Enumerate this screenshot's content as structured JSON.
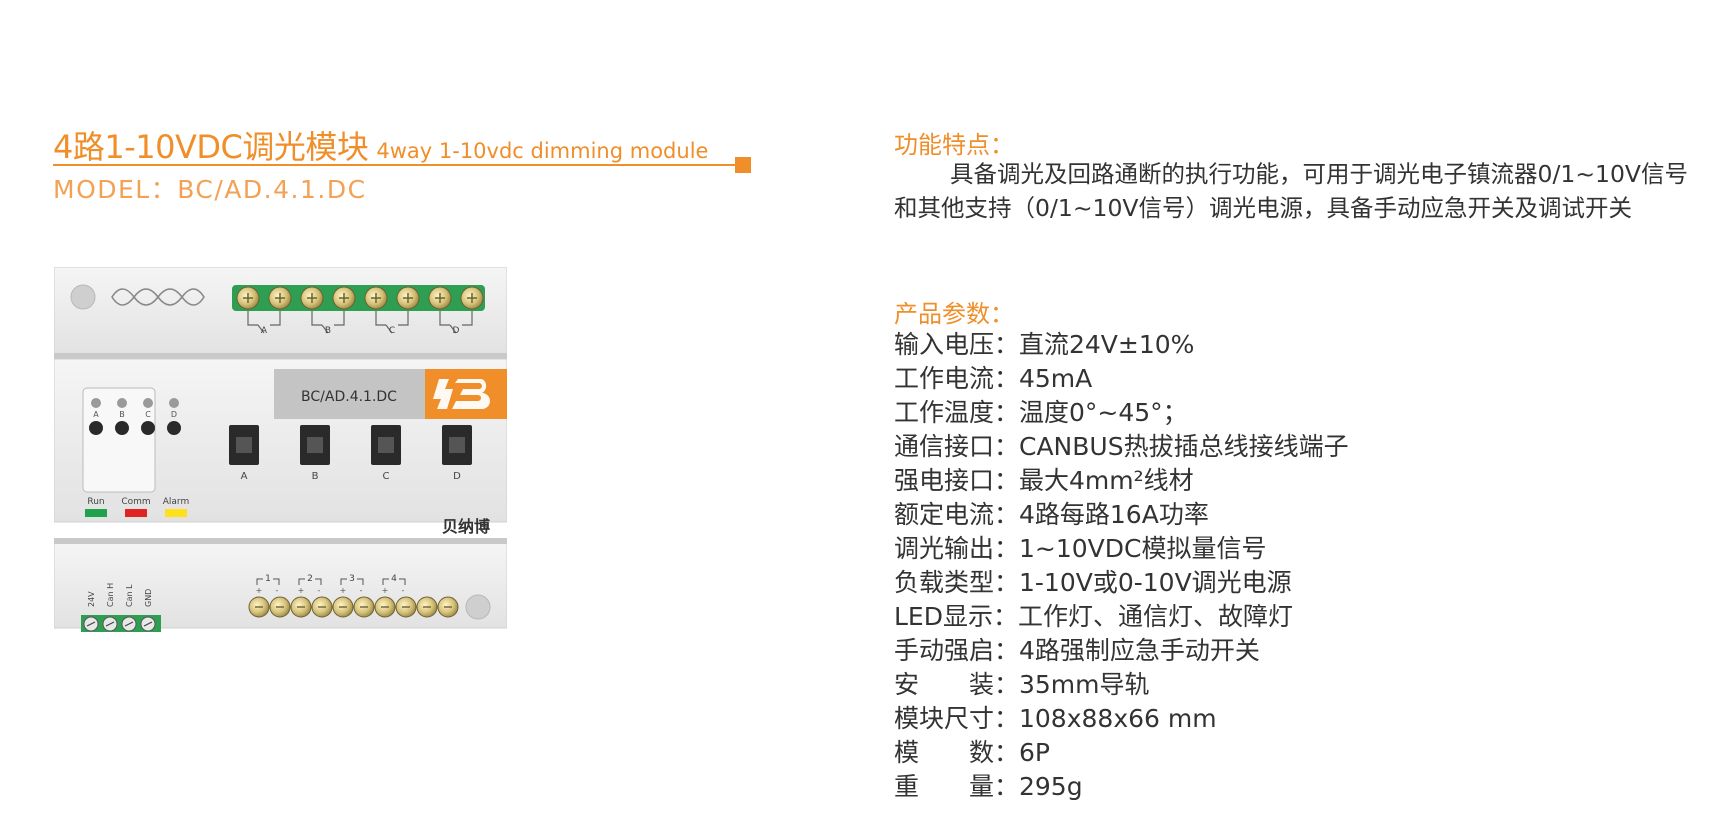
{
  "header": {
    "title_cn": "4路1-10VDC调光模块",
    "title_en": "4way 1-10vdc dimming module",
    "model": "MODEL：BC/AD.4.1.DC"
  },
  "device": {
    "nameplate": "BC/AD.4.1.DC",
    "brand_text": "贝纳博",
    "logo_alt": "brand-logo",
    "relay_labels": [
      "A",
      "B",
      "C",
      "D"
    ],
    "switch_labels": [
      "A",
      "B",
      "C",
      "D"
    ],
    "indicator_labels": [
      "A",
      "B",
      "C",
      "D"
    ],
    "status_leds": [
      {
        "label": "Run",
        "color": "#1fa34a"
      },
      {
        "label": "Comm",
        "color": "#e02424"
      },
      {
        "label": "Alarm",
        "color": "#ffe11a"
      }
    ],
    "bottom_terminal_labels": [
      "24V",
      "Can H",
      "Can L",
      "GND"
    ],
    "channel_marks": [
      "1",
      "2",
      "3",
      "4"
    ],
    "colors": {
      "orange": "#f08e2a",
      "body": "#efefef",
      "green_terminal": "#2e9e52"
    }
  },
  "features": {
    "title": "功能特点：",
    "body": "具备调光及回路通断的执行功能，可用于调光电子镇流器0/1~10V信号和其他支持（0/1~10V信号）调光电源，具备手动应急开关及调试开关"
  },
  "params": {
    "title": "产品参数：",
    "items": [
      "输入电压：直流24V±10%",
      "工作电流：45mA",
      "工作温度：温度0°~45°；",
      "通信接口：CANBUS热拔插总线接线端子",
      "强电接口：最大4mm²线材",
      "额定电流：4路每路16A功率",
      "调光输出：1~10VDC模拟量信号",
      "负载类型：1-10V或0-10V调光电源",
      "LED显示：工作灯、通信灯、故障灯",
      "手动强启：4路强制应急手动开关",
      "安　　装：35mm导轨",
      "模块尺寸：108x88x66 mm",
      "模　　数：6P",
      "重　　量：295g"
    ]
  }
}
